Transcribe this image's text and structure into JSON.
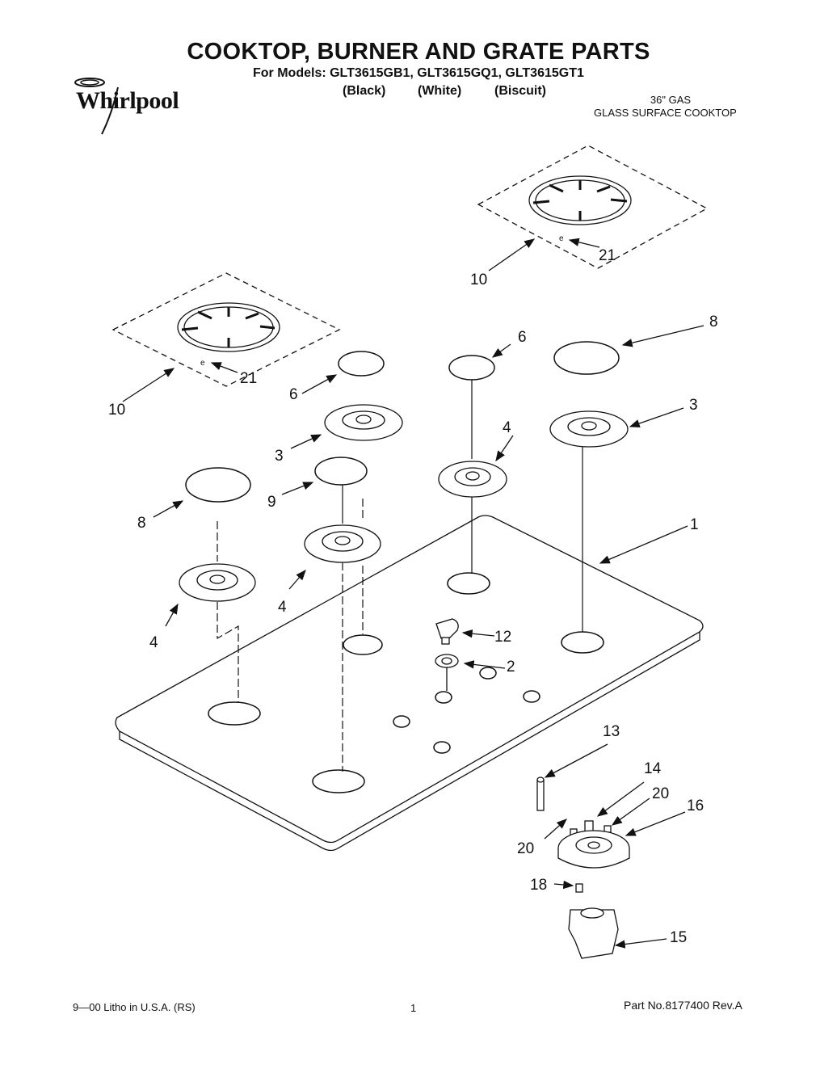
{
  "header": {
    "title": "COOKTOP, BURNER AND GRATE PARTS",
    "models": "For Models: GLT3615GB1, GLT3615GQ1, GLT3615GT1",
    "variants": [
      "(Black)",
      "(White)",
      "(Biscuit)"
    ],
    "brand": "Whirlpool",
    "product_line1": "36\" GAS",
    "product_line2": "GLASS SURFACE COOKTOP"
  },
  "callouts": {
    "c1": "1",
    "c2": "2",
    "c3a": "3",
    "c3b": "3",
    "c4a": "4",
    "c4b": "4",
    "c4c": "4",
    "c6a": "6",
    "c6b": "6",
    "c8a": "8",
    "c8b": "8",
    "c9": "9",
    "c10a": "10",
    "c10b": "10",
    "c12": "12",
    "c13": "13",
    "c14": "14",
    "c15": "15",
    "c16": "16",
    "c18": "18",
    "c20a": "20",
    "c20b": "20",
    "c21a": "21",
    "c21b": "21",
    "e_a": "e",
    "e_b": "e"
  },
  "footer": {
    "left": "9—00 Litho in U.S.A. (RS)",
    "page": "1",
    "right": "Part No.8177400 Rev.A"
  }
}
